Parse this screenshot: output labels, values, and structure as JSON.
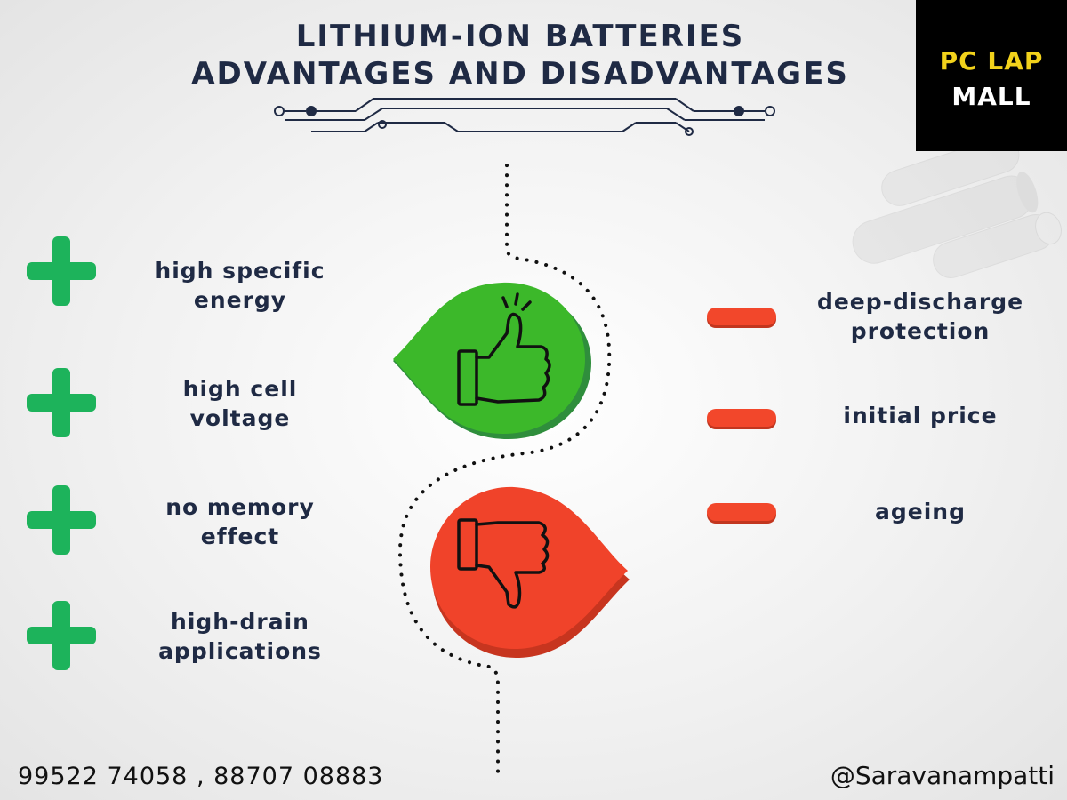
{
  "header": {
    "title_line1": "LITHIUM-ION BATTERIES",
    "title_line2": "ADVANTAGES AND DISADVANTAGES"
  },
  "logo": {
    "line1": "PC LAP",
    "line2": "MALL"
  },
  "advantages": [
    {
      "line1": "high specific",
      "line2": "energy"
    },
    {
      "line1": "high cell",
      "line2": "voltage"
    },
    {
      "line1": "no memory",
      "line2": "effect"
    },
    {
      "line1": "high-drain",
      "line2": "applications"
    }
  ],
  "disadvantages": [
    {
      "line1": "deep-discharge",
      "line2": "protection"
    },
    {
      "line1": "initial price",
      "line2": ""
    },
    {
      "line1": "ageing",
      "line2": ""
    }
  ],
  "footer": {
    "phones": "99522 74058 , 88707 08883",
    "handle": "@Saravanampatti"
  },
  "colors": {
    "title": "#1f2a44",
    "positive": "#1db35b",
    "negative": "#f2472b",
    "thumbs_up_bg": "#3cb82a",
    "thumbs_down_bg": "#f0432a"
  },
  "icons": [
    "thumbs-up-icon",
    "thumbs-down-icon",
    "plus-icon",
    "minus-icon",
    "circuit-decoration",
    "battery-image"
  ]
}
